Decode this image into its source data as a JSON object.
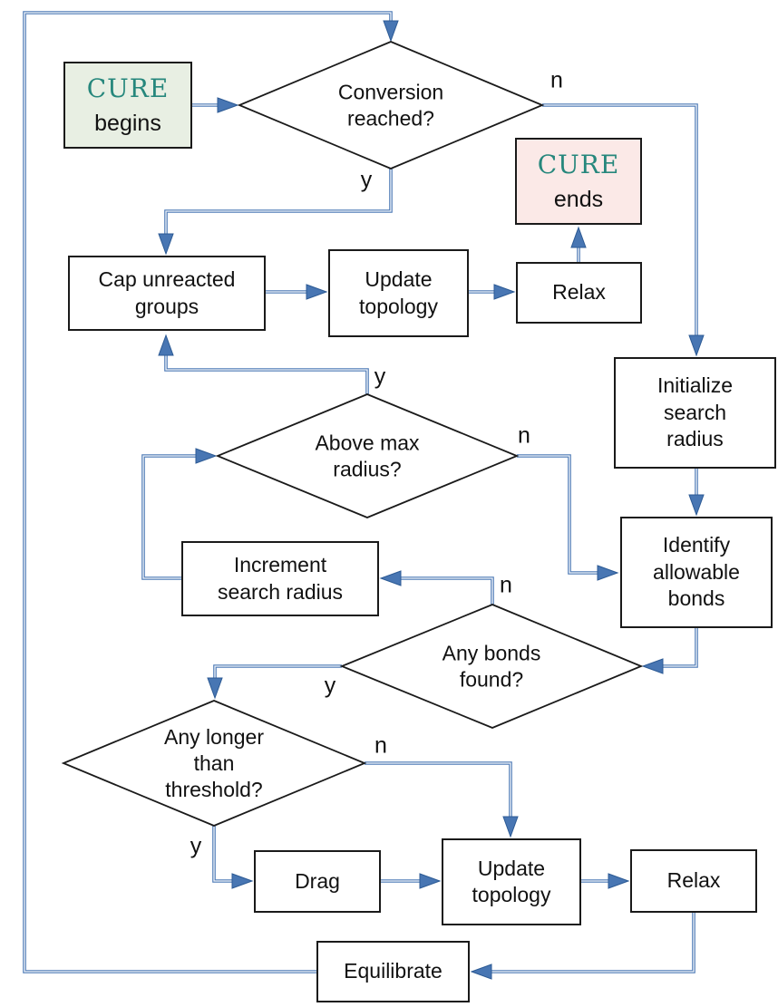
{
  "nodes": {
    "cure_begins": {
      "title": "CURE",
      "subtitle": "begins"
    },
    "conversion_reached": {
      "label": "Conversion\nreached?"
    },
    "cure_ends": {
      "title": "CURE",
      "subtitle": "ends"
    },
    "cap_unreacted": {
      "label": "Cap unreacted\ngroups"
    },
    "update_topology_1": {
      "label": "Update\ntopology"
    },
    "relax_1": {
      "label": "Relax"
    },
    "initialize_radius": {
      "label": "Initialize\nsearch\nradius"
    },
    "above_max_radius": {
      "label": "Above max\nradius?"
    },
    "increment_radius": {
      "label": "Increment\nsearch radius"
    },
    "identify_bonds": {
      "label": "Identify\nallowable\nbonds"
    },
    "any_bonds_found": {
      "label": "Any bonds\nfound?"
    },
    "any_longer_threshold": {
      "label": "Any longer\nthan\nthreshold?"
    },
    "drag": {
      "label": "Drag"
    },
    "update_topology_2": {
      "label": "Update\ntopology"
    },
    "relax_2": {
      "label": "Relax"
    },
    "equilibrate": {
      "label": "Equilibrate"
    }
  },
  "edge_labels": {
    "conversion_yes": "y",
    "conversion_no": "n",
    "above_max_yes": "y",
    "above_max_no": "n",
    "any_bonds_yes": "y",
    "any_bonds_no": "n",
    "any_longer_yes": "y",
    "any_longer_no": "n"
  },
  "colors": {
    "connector": "#4d7ab6",
    "arrowhead": "#4876b3",
    "begin_fill": "#e8efe3",
    "end_fill": "#fbe9e7",
    "cure_text": "#26877c",
    "node_border": "#1a1a1a"
  }
}
